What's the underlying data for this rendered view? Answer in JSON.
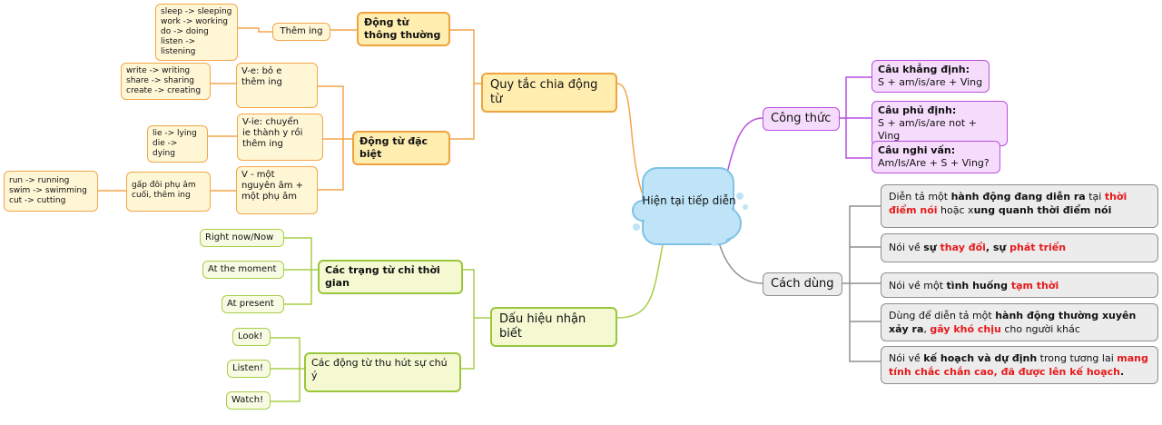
{
  "center": {
    "label": "Hiện tại tiếp diễn"
  },
  "rules": {
    "label": "Quy tắc chia động từ",
    "normal": {
      "label": "Động từ thông thường",
      "add_ing": "Thêm ing",
      "examples": "sleep -> sleeping\nwork -> working\ndo -> doing\nlisten -> listening"
    },
    "special": {
      "label": "Động từ đặc biệt",
      "ve": "V-e: bỏ e\nthêm ing",
      "ve_examples": "write -> writing\nshare -> sharing\ncreate -> creating",
      "vie": "V-ie: chuyển\nie thành y rồi\nthêm ing",
      "vie_examples": "lie -> lying\ndie -> dying",
      "double": "V - một\nnguyên âm +\nmột phụ âm",
      "double_rule": "gấp đôi phụ âm\ncuối, thêm ing",
      "double_examples": "run -> running\nswim -> swimming\ncut -> cutting"
    }
  },
  "signs": {
    "label": "Dấu hiệu nhận biết",
    "adverbs": {
      "label": "Các trạng từ chỉ thời gian",
      "items": [
        "Right now/Now",
        "At the moment",
        "At present"
      ]
    },
    "verbs": {
      "label": "Các động từ thu hút sự chú ý",
      "items": [
        "Look!",
        "Listen!",
        "Watch!"
      ]
    }
  },
  "formula": {
    "label": "Công thức",
    "affirmative": {
      "title": "Câu khẳng định:",
      "text": "S + am/is/are + Ving"
    },
    "negative": {
      "title": "Câu phủ định:",
      "text": "S + am/is/are not + Ving"
    },
    "question": {
      "title": "Câu nghi vấn:",
      "text": "Am/Is/Are + S +  Ving?"
    }
  },
  "usage": {
    "label": "Cách dùng",
    "u1": {
      "a": "Diễn tả một ",
      "b": "hành động đang diễn ra",
      "c": " tại ",
      "d": "thời điểm nói",
      "e": " hoặc x",
      "f": "ung quanh thời điểm",
      "g": " nói"
    },
    "u2": {
      "a": "Nói về ",
      "b": "sự",
      "c": " thay đổi",
      "d": ", ",
      "e": "sự",
      "f": " phát triển"
    },
    "u3": {
      "a": "Nói về một ",
      "b": "tình huống",
      "c": " tạm thời"
    },
    "u4": {
      "a": "Dùng để diễn tả một ",
      "b": "hành động thường xuyên xảy ra",
      "c": ", ",
      "d": "gây khó chịu",
      "e": " cho người khác"
    },
    "u5": {
      "a": "Nói về ",
      "b": "kế hoạch và dự định",
      "c": " trong tương lai ",
      "d": "mang tính chắc chắn cao, đã được lên kế hoạch",
      "e": "."
    }
  },
  "colors": {
    "orange": "#f3a64a",
    "green": "#a7ce46",
    "purple": "#b94fe0",
    "gray": "#8f8f8f",
    "red": "#e8191b",
    "cloud": "#bfe4f7"
  }
}
